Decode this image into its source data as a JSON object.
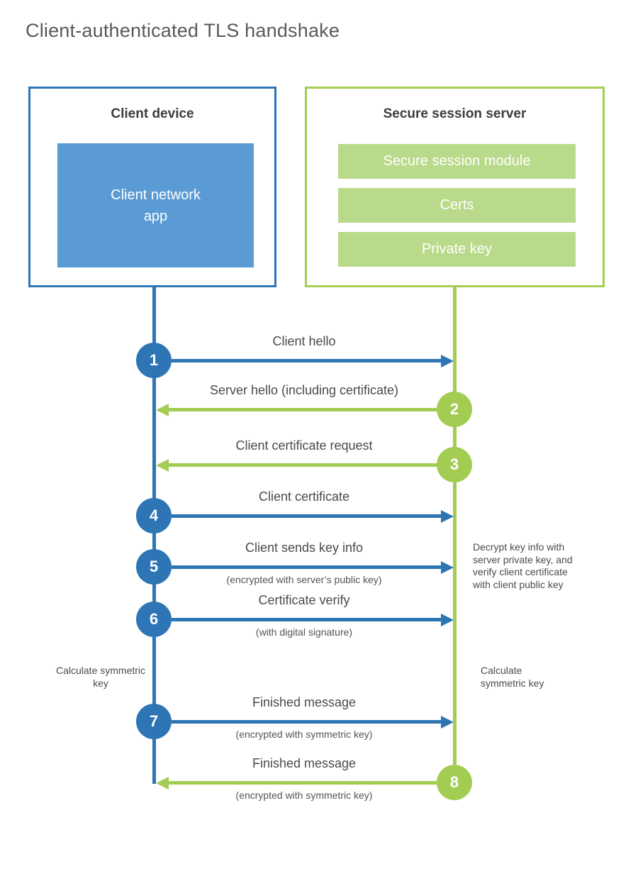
{
  "title": "Client-authenticated TLS handshake",
  "client": {
    "title": "Client device",
    "app_label": "Client network app"
  },
  "server": {
    "title": "Secure session server",
    "modules": [
      "Secure session module",
      "Certs",
      "Private key"
    ]
  },
  "steps": [
    {
      "num": "1",
      "from": "client",
      "direction": "right",
      "label": "Client hello",
      "sub": ""
    },
    {
      "num": "2",
      "from": "server",
      "direction": "left",
      "label": "Server hello (including certificate)",
      "sub": ""
    },
    {
      "num": "3",
      "from": "server",
      "direction": "left",
      "label": "Client certificate request",
      "sub": ""
    },
    {
      "num": "4",
      "from": "client",
      "direction": "right",
      "label": "Client certificate",
      "sub": ""
    },
    {
      "num": "5",
      "from": "client",
      "direction": "right",
      "label": "Client sends key info",
      "sub": "(encrypted with server’s public key)"
    },
    {
      "num": "6",
      "from": "client",
      "direction": "right",
      "label": "Certificate verify",
      "sub": "(with digital signature)"
    },
    {
      "num": "7",
      "from": "client",
      "direction": "right",
      "label": "Finished message",
      "sub": "(encrypted with symmetric key)"
    },
    {
      "num": "8",
      "from": "server",
      "direction": "left",
      "label": "Finished message",
      "sub": "(encrypted with symmetric key)"
    }
  ],
  "annotations": {
    "decrypt_note": "Decrypt key info with server private key, and verify client certificate with client public key",
    "calc_client": "Calculate symmetric key",
    "calc_server": "Calculate symmetric key"
  },
  "colors": {
    "client_accent": "#2e75b5",
    "client_fill": "#5b9bd5",
    "server_accent": "#a3cd52",
    "server_fill": "#b9da8a",
    "title_text": "#595959",
    "label_text": "#4a4a4a"
  }
}
